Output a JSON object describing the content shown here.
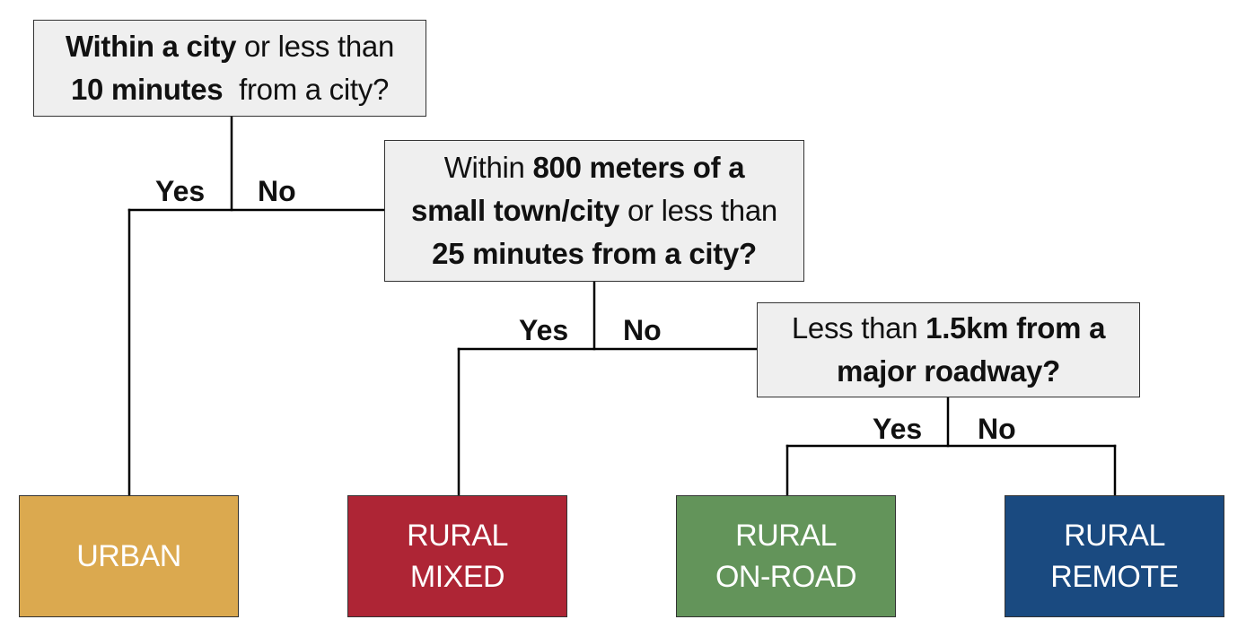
{
  "questions": [
    {
      "lines": [
        [
          {
            "t": "Within a city",
            "bold": true
          },
          {
            "t": " or less than",
            "bold": false
          }
        ],
        [
          {
            "t": "10 minutes ",
            "bold": true
          },
          {
            "t": " from a city?",
            "bold": false
          }
        ]
      ]
    },
    {
      "lines": [
        [
          {
            "t": "Within ",
            "bold": false
          },
          {
            "t": "800 meters of a",
            "bold": true
          }
        ],
        [
          {
            "t": "small town/city",
            "bold": true
          },
          {
            "t": " or less than",
            "bold": false
          }
        ],
        [
          {
            "t": "25 minutes from a city?",
            "bold": true
          }
        ]
      ]
    },
    {
      "lines": [
        [
          {
            "t": "Less than ",
            "bold": false
          },
          {
            "t": "1.5km from a",
            "bold": true
          }
        ],
        [
          {
            "t": "major roadway?",
            "bold": true
          }
        ]
      ]
    }
  ],
  "branch_labels": {
    "q1_yes": "Yes",
    "q1_no": "No",
    "q2_yes": "Yes",
    "q2_no": "No",
    "q3_yes": "Yes",
    "q3_no": "No"
  },
  "results": [
    {
      "lines": [
        "URBAN"
      ],
      "color": "#dba94f"
    },
    {
      "lines": [
        "RURAL",
        "MIXED"
      ],
      "color": "#ae2535"
    },
    {
      "lines": [
        "RURAL",
        "ON-ROAD"
      ],
      "color": "#63945a"
    },
    {
      "lines": [
        "RURAL",
        "REMOTE"
      ],
      "color": "#1a4a80"
    }
  ]
}
